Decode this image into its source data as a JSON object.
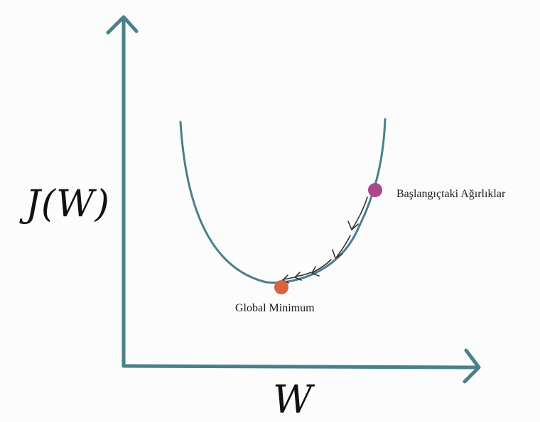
{
  "diagram": {
    "y_axis_label": "J(W)",
    "x_axis_label": "W",
    "start_point_label": "Başlangıçtaki Ağırlıklar",
    "min_point_label": "Global Minimum",
    "colors": {
      "axis": "#4a7f8c",
      "curve": "#4a7f8c",
      "start_point": "#b0458f",
      "min_point": "#d9633f",
      "arrows": "#333333"
    }
  }
}
